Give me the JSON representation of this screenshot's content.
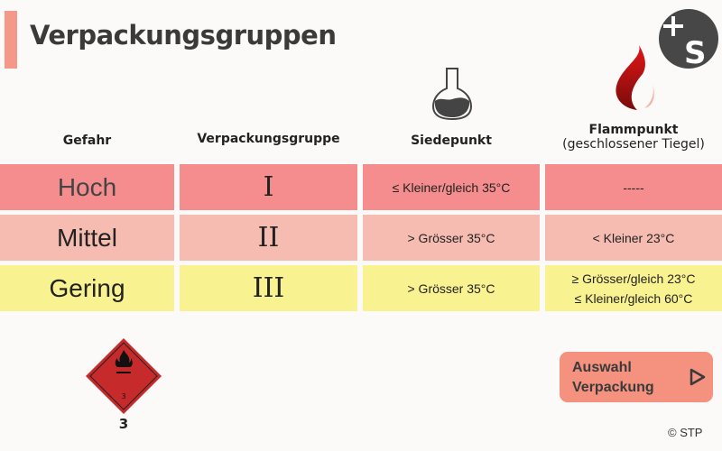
{
  "header": {
    "title": "Verpackungsgruppen"
  },
  "columns": {
    "gefahr": "Gefahr",
    "gruppe": "Verpackungsgruppe",
    "siedepunkt": "Siedepunkt",
    "flammpunkt": "Flammpunkt",
    "flammpunkt_sub": "(geschlossener Tiegel)"
  },
  "rows": [
    {
      "gefahr": "Hoch",
      "gruppe": "I",
      "siedepunkt": "≤ Kleiner/gleich 35°C",
      "flammpunkt": [
        "-----"
      ],
      "color": "#f58d8e"
    },
    {
      "gefahr": "Mittel",
      "gruppe": "II",
      "siedepunkt": "> Grösser 35°C",
      "flammpunkt": [
        "< Kleiner 23°C"
      ],
      "color": "#f6bcb2"
    },
    {
      "gefahr": "Gering",
      "gruppe": "III",
      "siedepunkt": "> Grösser 35°C",
      "flammpunkt": [
        "≥ Grösser/gleich 23°C",
        "≤ Kleiner/gleich 60°C"
      ],
      "color": "#f9f291"
    }
  ],
  "hazard_label": {
    "class_number": "3",
    "inner_number": "3"
  },
  "button": {
    "line1": "Auswahl",
    "line2": "Verpackung"
  },
  "copyright": "© STP",
  "logo_text": "+S"
}
